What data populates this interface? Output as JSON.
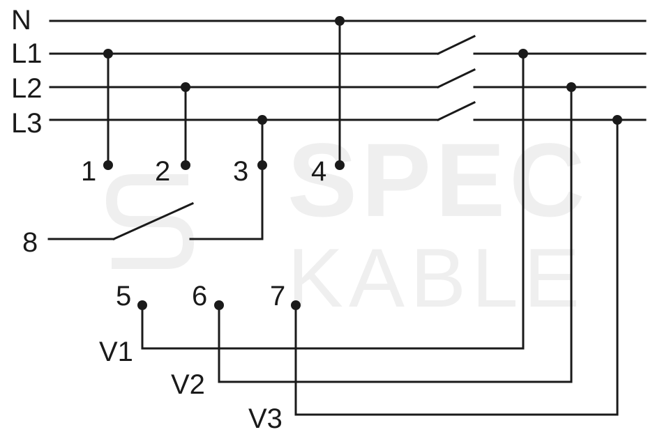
{
  "watermark": {
    "line1": "SPEC",
    "line2": "KABLE",
    "color": "#efefef"
  },
  "buses": [
    {
      "id": "n",
      "label": "N"
    },
    {
      "id": "l1",
      "label": "L1"
    },
    {
      "id": "l2",
      "label": "L2"
    },
    {
      "id": "l3",
      "label": "L3"
    }
  ],
  "terminals": {
    "t1": "1",
    "t2": "2",
    "t3": "3",
    "t4": "4",
    "t5": "5",
    "t6": "6",
    "t7": "7",
    "t8": "8"
  },
  "voltmeters": {
    "v1": "V1",
    "v2": "V2",
    "v3": "V3"
  },
  "colors": {
    "line": "#1a1a1a",
    "background": "#ffffff"
  }
}
